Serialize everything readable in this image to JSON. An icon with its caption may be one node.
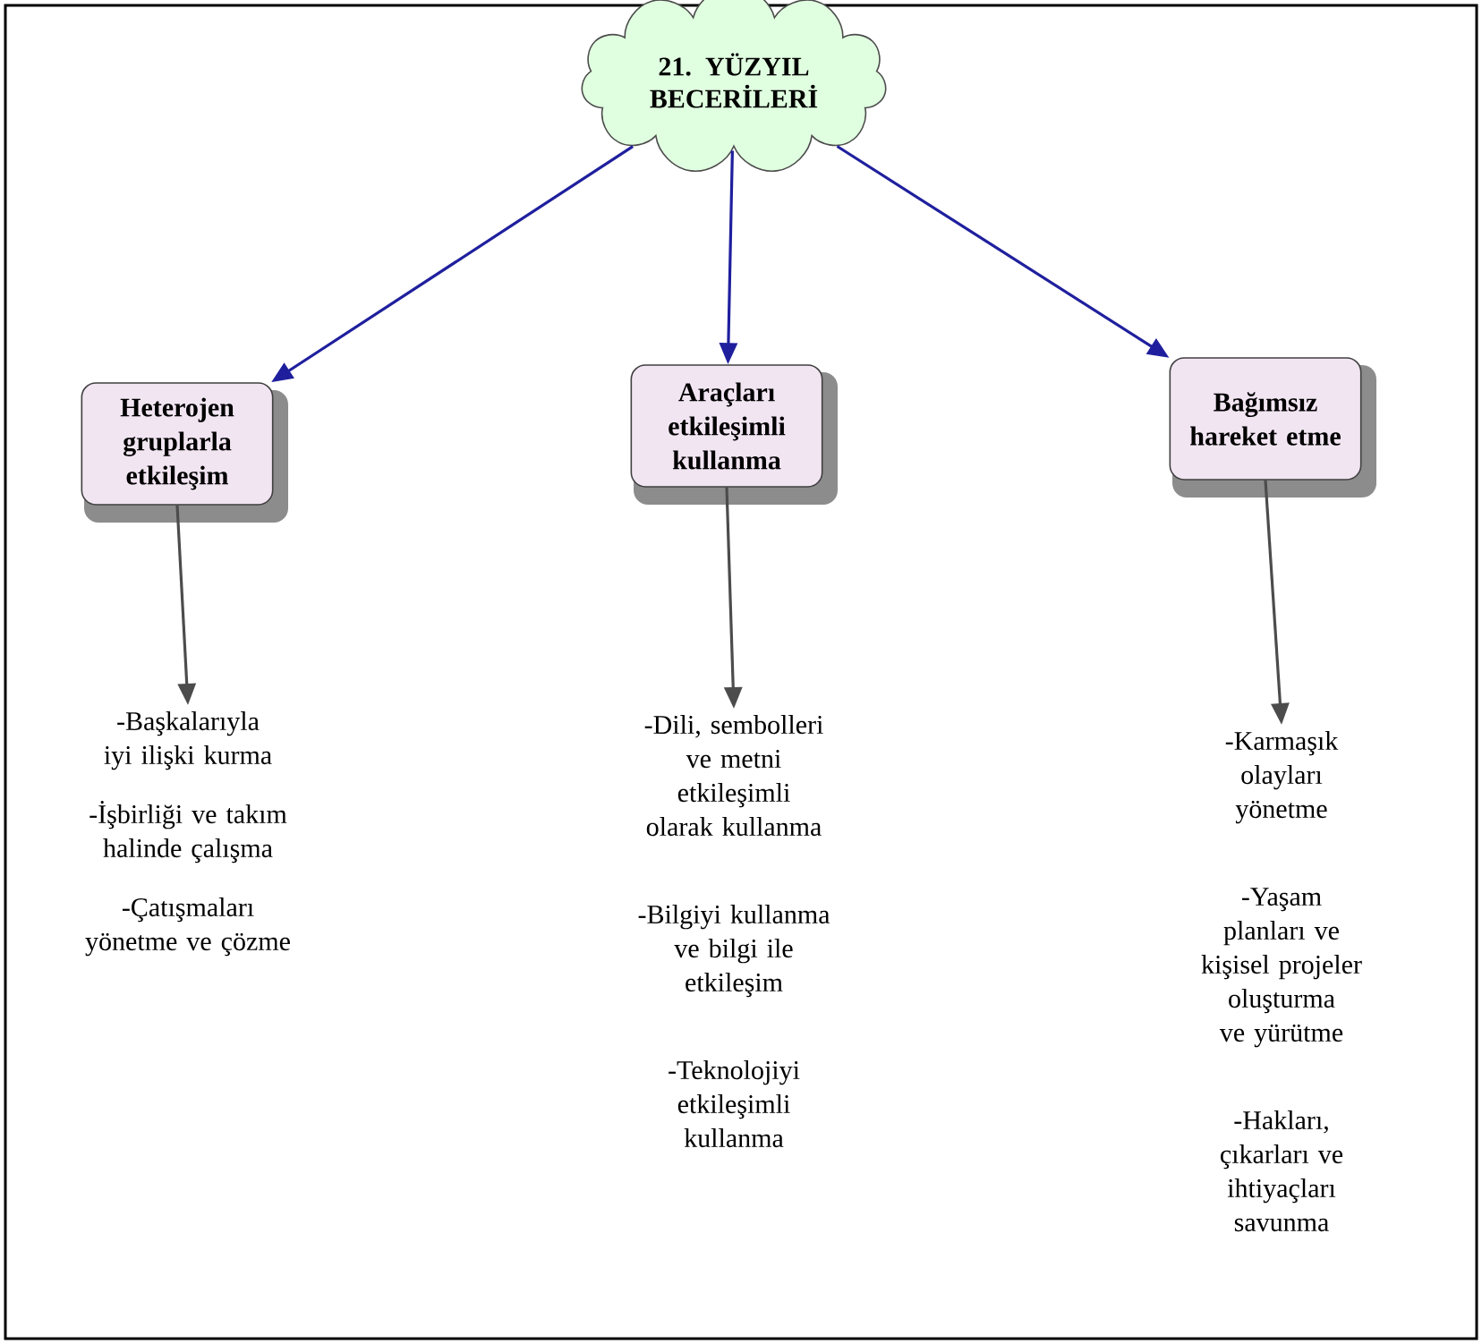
{
  "diagram": {
    "nodes": [
      {
        "text": [
          "21. YÜZYIL BECERİLERİ"
        ]
      },
      {
        "text": [
          "Heterojen gruplarla etkileşim"
        ]
      },
      {
        "text": [
          "Araçları etkileşimli kullanma"
        ]
      },
      {
        "text": [
          "Bağımsız hareket etme"
        ]
      },
      {
        "text": [
          "-Başkalarıyla iyi ilişki kurma",
          "-İşbirliği ve takım halinde çalışma",
          "-Çatışmaları yönetme ve çözme"
        ]
      },
      {
        "text": [
          "-Dili, sembolleri ve metni etkileşimli olarak kullanma",
          "-Bilgiyi kullanma ve bilgi ile etkileşim",
          "-Teknolojiyi etkileşimli kullanma"
        ]
      },
      {
        "text": [
          "-Karmaşık olayları yönetme",
          "-Yaşam planları ve kişisel projeler oluşturma ve yürütme",
          "-Hakları, çıkarları ve ihtiyaçları savunma"
        ]
      }
    ],
    "edges": [
      {
        "from": 0,
        "to": 1,
        "arrow": "to",
        "color": "#1f1f9e"
      },
      {
        "from": 0,
        "to": 2,
        "arrow": "to",
        "color": "#1f1f9e"
      },
      {
        "from": 0,
        "to": 3,
        "arrow": "to",
        "color": "#1f1f9e"
      },
      {
        "from": 1,
        "to": 4,
        "arrow": "to"
      },
      {
        "from": 2,
        "to": 5,
        "arrow": "to"
      },
      {
        "from": 3,
        "to": 6,
        "arrow": "to"
      }
    ]
  }
}
